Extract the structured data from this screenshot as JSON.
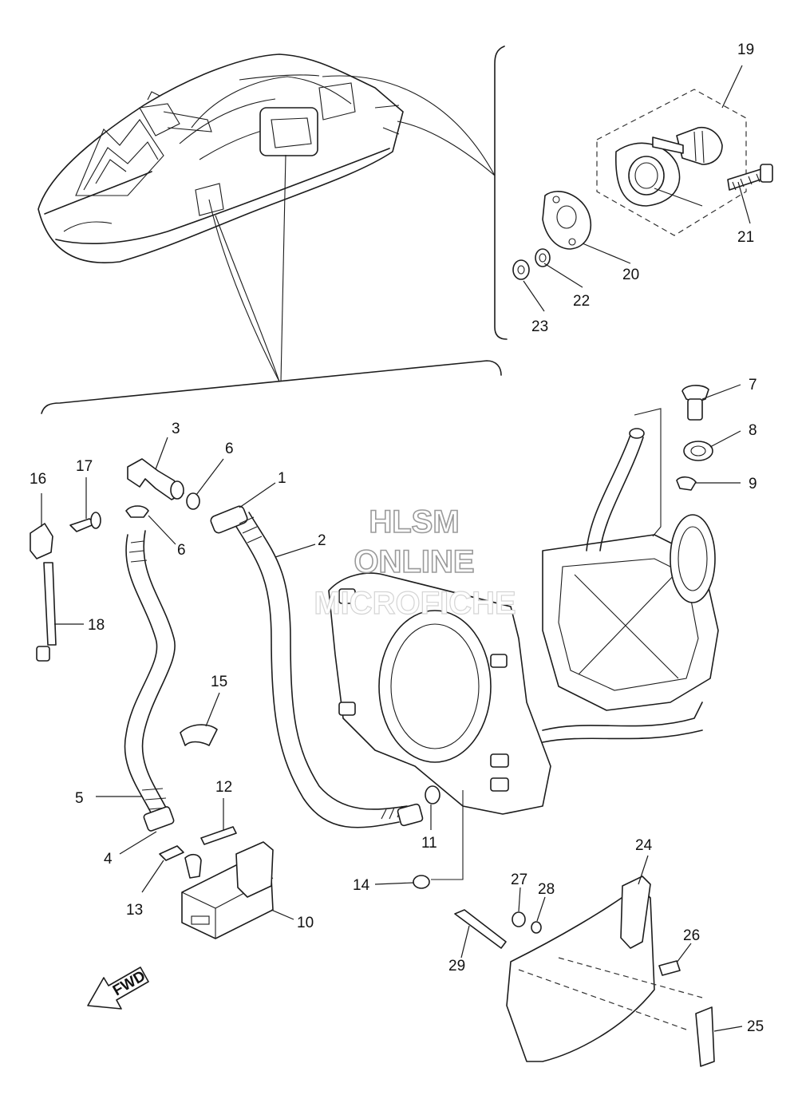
{
  "watermark": {
    "line1": "HLSM",
    "line2": "ONLINE",
    "line3": "MICROFICHE"
  },
  "fwd_label": "FWD",
  "callouts": [
    {
      "id": "1",
      "text": "1"
    },
    {
      "id": "2",
      "text": "2"
    },
    {
      "id": "3",
      "text": "3"
    },
    {
      "id": "4",
      "text": "4"
    },
    {
      "id": "5",
      "text": "5"
    },
    {
      "id": "6a",
      "text": "6"
    },
    {
      "id": "6b",
      "text": "6"
    },
    {
      "id": "7",
      "text": "7"
    },
    {
      "id": "8",
      "text": "8"
    },
    {
      "id": "9",
      "text": "9"
    },
    {
      "id": "10",
      "text": "10"
    },
    {
      "id": "11",
      "text": "11"
    },
    {
      "id": "12",
      "text": "12"
    },
    {
      "id": "13",
      "text": "13"
    },
    {
      "id": "14",
      "text": "14"
    },
    {
      "id": "15",
      "text": "15"
    },
    {
      "id": "16",
      "text": "16"
    },
    {
      "id": "17",
      "text": "17"
    },
    {
      "id": "18",
      "text": "18"
    },
    {
      "id": "19",
      "text": "19"
    },
    {
      "id": "20",
      "text": "20"
    },
    {
      "id": "21",
      "text": "21"
    },
    {
      "id": "22",
      "text": "22"
    },
    {
      "id": "23",
      "text": "23"
    },
    {
      "id": "24",
      "text": "24"
    },
    {
      "id": "25",
      "text": "25"
    },
    {
      "id": "26",
      "text": "26"
    },
    {
      "id": "27",
      "text": "27"
    },
    {
      "id": "28",
      "text": "28"
    },
    {
      "id": "29",
      "text": "29"
    }
  ]
}
